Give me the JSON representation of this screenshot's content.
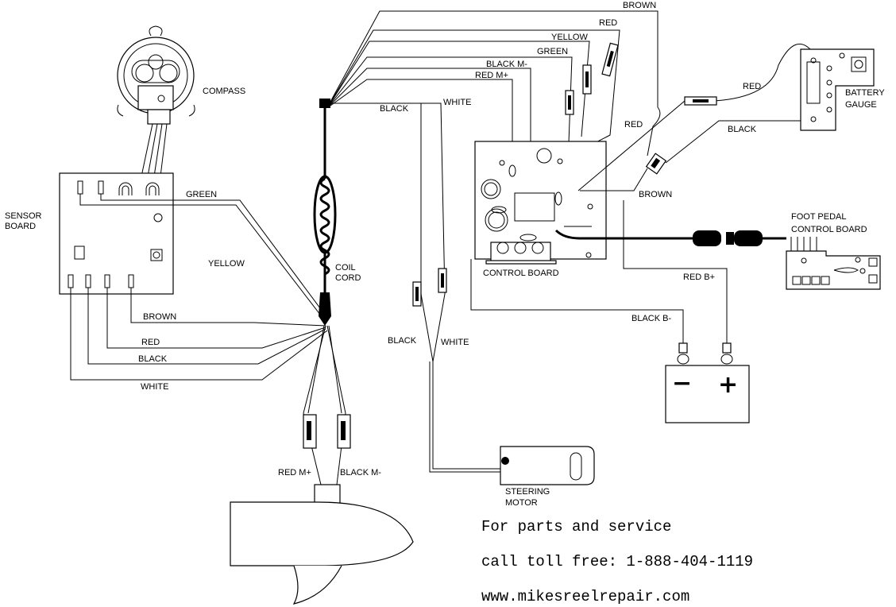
{
  "components": {
    "compass": "COMPASS",
    "sensor_board": [
      "SENSOR",
      "BOARD"
    ],
    "coil_cord": [
      "COIL",
      "CORD"
    ],
    "control_board": "CONTROL BOARD",
    "battery_gauge": [
      "BATTERY",
      "GAUGE"
    ],
    "foot_pedal": [
      "FOOT PEDAL",
      "CONTROL BOARD"
    ],
    "steering_motor": [
      "STEERING",
      "MOTOR"
    ]
  },
  "wires": {
    "brown_top": "BROWN",
    "red_top": "RED",
    "yellow_top": "YELLOW",
    "green_top": "GREEN",
    "black_m_top": "BLACK M-",
    "red_m_top": "RED M+",
    "black_top": "BLACK",
    "white_top": "WHITE",
    "red_gauge": "RED",
    "red_left": "RED",
    "black_gauge": "BLACK",
    "brown_right": "BROWN",
    "green_sensor": "GREEN",
    "yellow_sensor": "YELLOW",
    "brown_sensor": "BROWN",
    "red_sensor": "RED",
    "black_sensor": "BLACK",
    "white_sensor": "WHITE",
    "black_mid": "BLACK",
    "white_mid": "WHITE",
    "red_bplus": "RED B+",
    "black_bminus": "BLACK B-",
    "red_m_bottom": "RED M+",
    "black_m_bottom": "BLACK M-"
  },
  "battery_symbols": {
    "minus": "−",
    "plus": "+"
  },
  "service": {
    "line1": "For parts and service",
    "line2": "call toll free: 1-888-404-1119",
    "line3": "www.mikesreelrepair.com"
  }
}
